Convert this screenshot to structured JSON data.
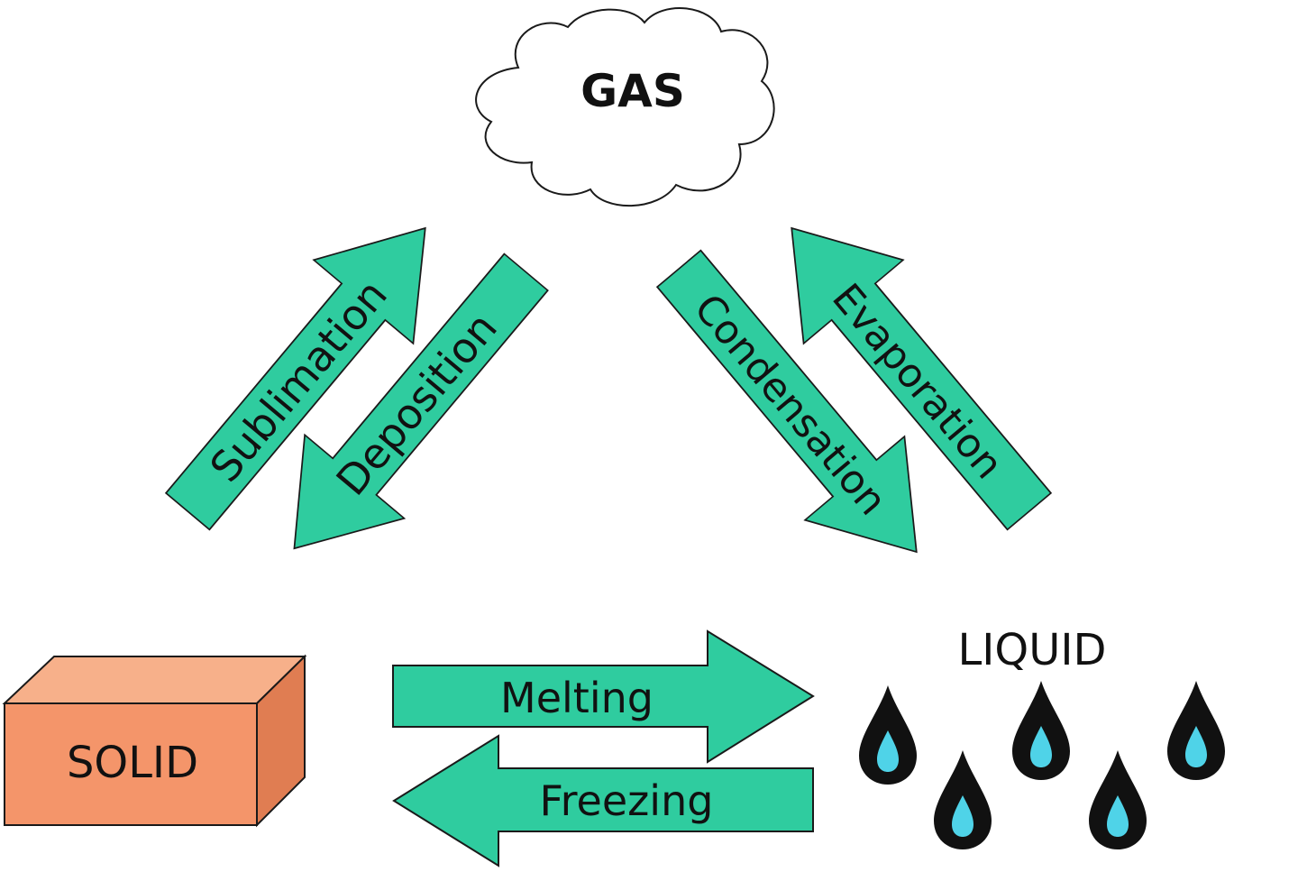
{
  "states": {
    "gas": "GAS",
    "liquid": "LIQUID",
    "solid": "SOLID"
  },
  "transitions": {
    "sublimation": "Sublimation",
    "deposition": "Deposition",
    "condensation": "Condensation",
    "evaporation": "Evaporation",
    "melting": "Melting",
    "freezing": "Freezing"
  },
  "colors": {
    "arrow_fill": "#2fcc9f",
    "solid_front": "#f4956a",
    "solid_top": "#f7b08a",
    "solid_side": "#e07d52",
    "drop_outer": "#111111",
    "drop_inner": "#4fd3e8",
    "cloud_fill": "#ffffff",
    "outline": "#1a1a1a"
  },
  "icons": {
    "gas": "cloud-icon",
    "liquid": "water-drops-icon",
    "solid": "box-icon"
  }
}
